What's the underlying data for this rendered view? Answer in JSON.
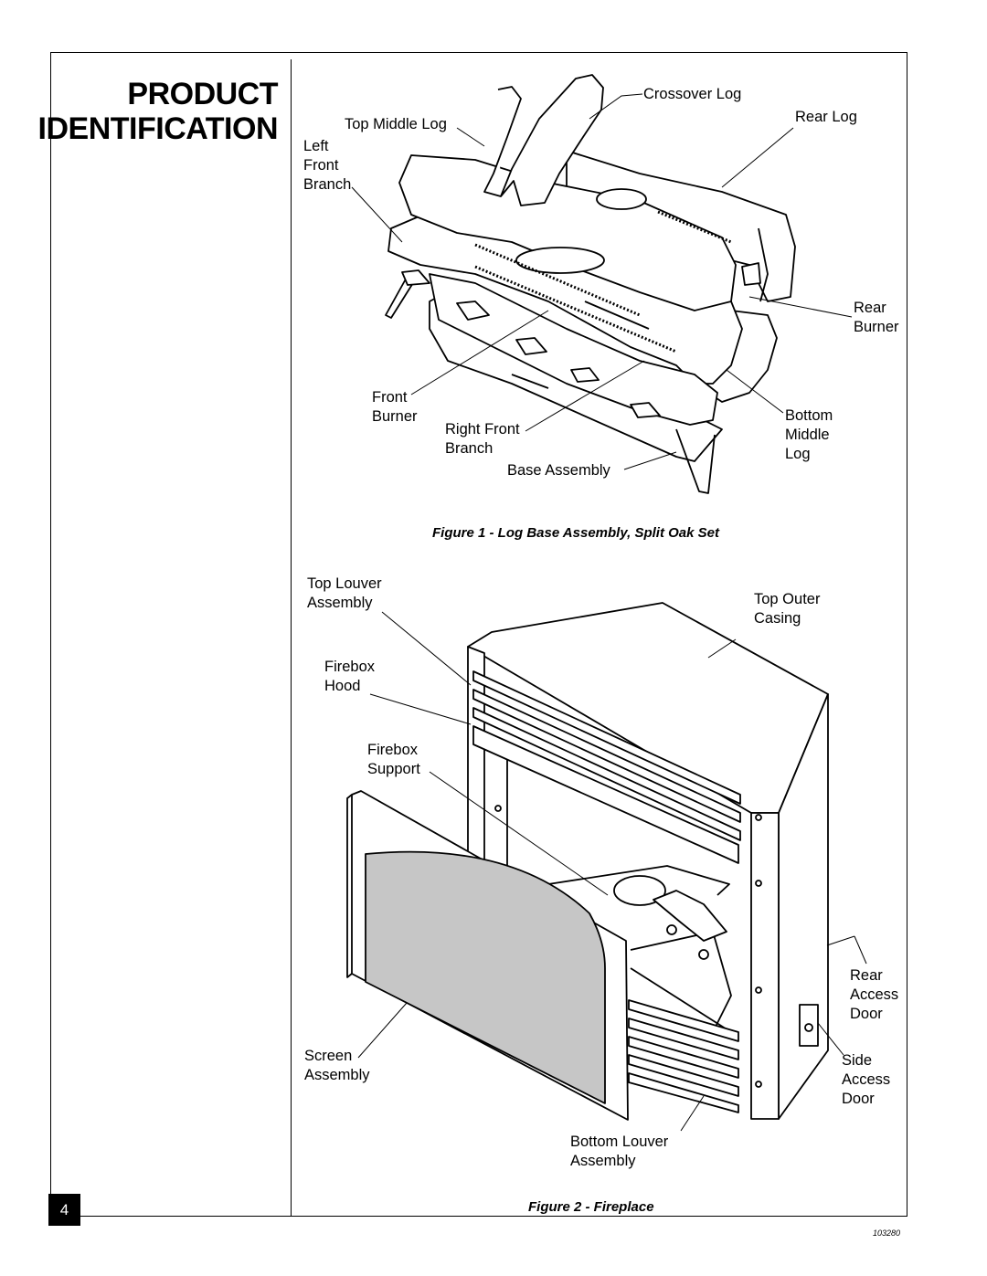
{
  "page": {
    "title_line1": "PRODUCT",
    "title_line2": "IDENTIFICATION",
    "page_number": "4",
    "doc_code": "103280"
  },
  "figure1": {
    "caption": "Figure 1 - Log Base Assembly, Split Oak Set",
    "labels": {
      "crossover_log": "Crossover Log",
      "top_middle_log": "Top Middle Log",
      "rear_log": "Rear Log",
      "left_front_branch": "Left\nFront\nBranch",
      "rear_burner": "Rear\nBurner",
      "front_burner": "Front\nBurner",
      "right_front_branch": "Right Front\nBranch",
      "bottom_middle_log": "Bottom\nMiddle\nLog",
      "base_assembly": "Base Assembly"
    }
  },
  "figure2": {
    "caption": "Figure 2 - Fireplace",
    "labels": {
      "top_louver_assembly": "Top Louver\nAssembly",
      "top_outer_casing": "Top Outer\nCasing",
      "firebox_hood": "Firebox\nHood",
      "firebox_support": "Firebox\nSupport",
      "rear_access_door": "Rear\nAccess\nDoor",
      "side_access_door": "Side\nAccess\nDoor",
      "screen_assembly": "Screen\nAssembly",
      "bottom_louver_assembly": "Bottom Louver\nAssembly"
    }
  }
}
